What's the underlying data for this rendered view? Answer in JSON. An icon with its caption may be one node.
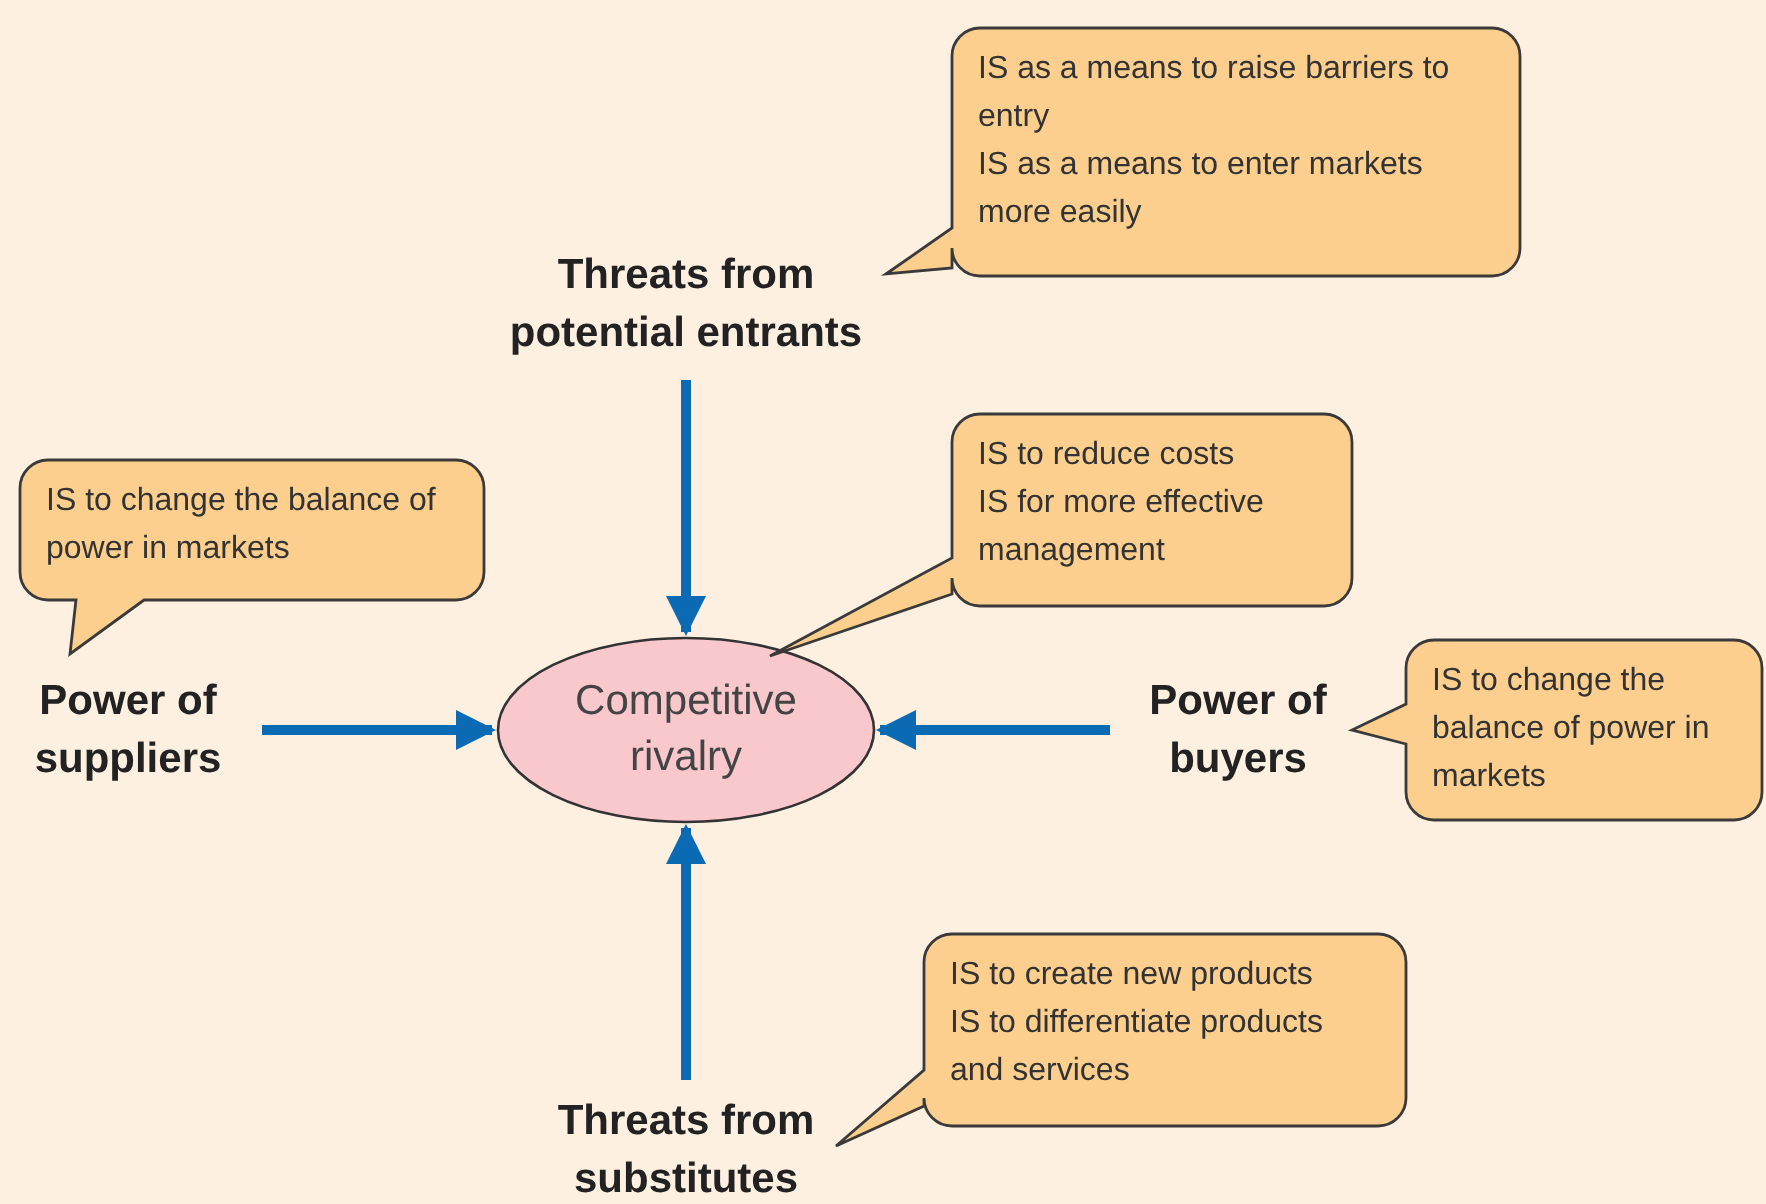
{
  "diagram": {
    "nodes": [
      {
        "text": [
          "Threats from potential entrants"
        ]
      },
      {
        "text": [
          "Competitive rivalry"
        ]
      },
      {
        "text": [
          "Power of suppliers"
        ]
      },
      {
        "text": [
          "Power of buyers"
        ]
      },
      {
        "text": [
          "Threats from substitutes"
        ]
      },
      {
        "text": [
          "IS as a means to raise barriers to entry",
          "IS as a means to enter markets more easily"
        ]
      },
      {
        "text": [
          "IS to change the balance of power in markets"
        ]
      },
      {
        "text": [
          "IS to reduce costs",
          "IS for more effective management"
        ]
      },
      {
        "text": [
          "IS to change the balance of power in markets"
        ]
      },
      {
        "text": [
          "IS to create new products",
          "IS to differentiate products and services"
        ]
      }
    ],
    "edges": [
      {
        "from": 0,
        "to": 1,
        "arrow": "to"
      },
      {
        "from": 2,
        "to": 1,
        "arrow": "to"
      },
      {
        "from": 3,
        "to": 1,
        "arrow": "to"
      },
      {
        "from": 4,
        "to": 1,
        "arrow": "to"
      }
    ]
  }
}
